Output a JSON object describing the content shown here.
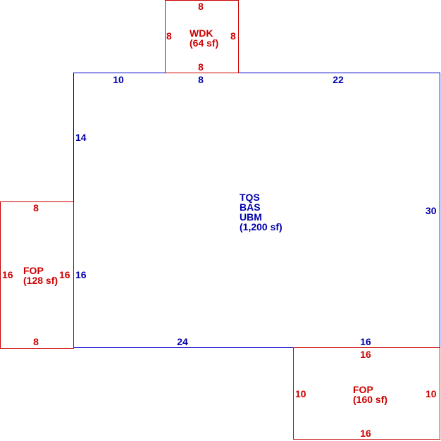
{
  "main": {
    "code1": "TQS",
    "code2": "BAS",
    "code3": "UBM",
    "area": "(1,200 sf)",
    "dims": {
      "top_a": "10",
      "top_b": "8",
      "top_c": "22",
      "left_upper": "14",
      "left_lower": "16",
      "right": "30",
      "bottom_a": "24",
      "bottom_b": "16"
    }
  },
  "wdk": {
    "name": "WDK",
    "area": "(64 sf)",
    "dims": {
      "top": "8",
      "left": "8",
      "right": "8",
      "bottom": "8"
    }
  },
  "fop_left": {
    "name": "FOP",
    "area": "(128 sf)",
    "dims": {
      "top": "8",
      "left": "16",
      "right": "16",
      "bottom": "8"
    }
  },
  "fop_bottom": {
    "name": "FOP",
    "area": "(160 sf)",
    "dims": {
      "top": "16",
      "left": "10",
      "right": "10",
      "bottom": "16"
    }
  },
  "colors": {
    "main": "#0000cc",
    "addition": "#cc0000"
  }
}
